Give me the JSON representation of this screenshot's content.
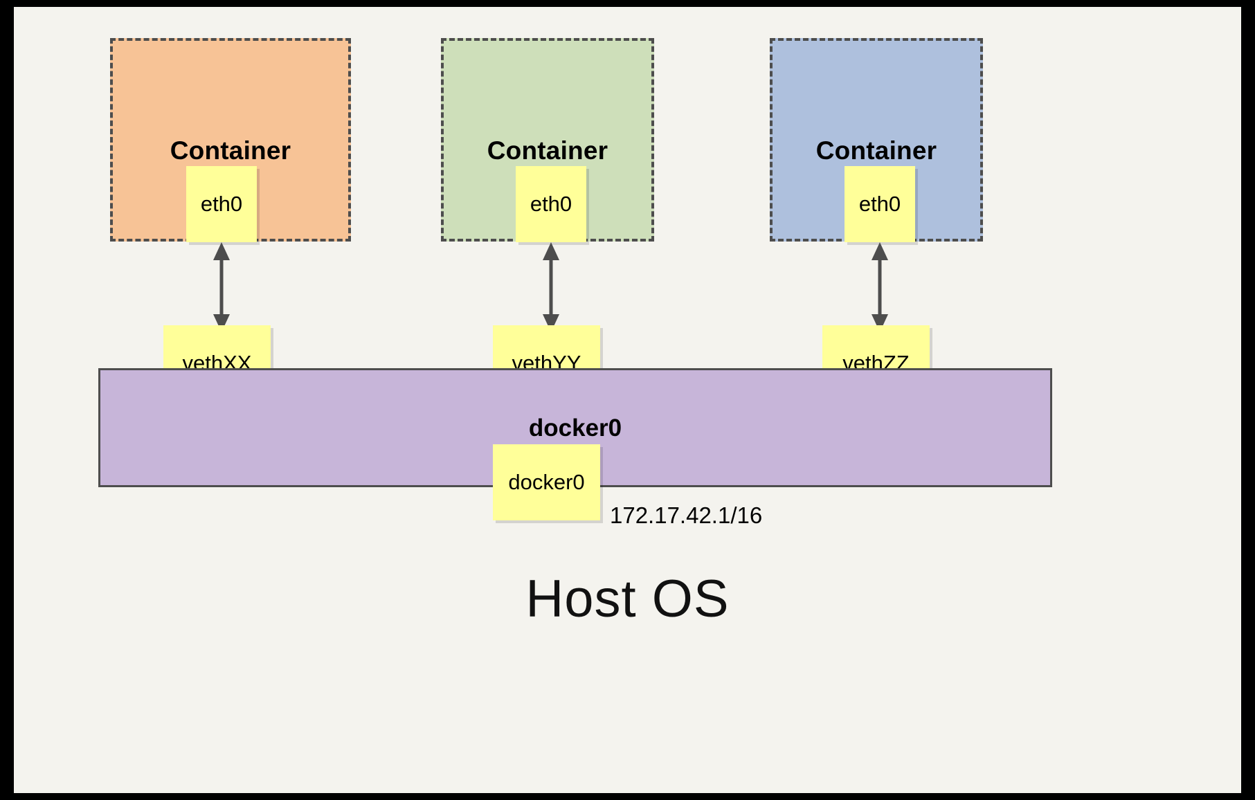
{
  "diagram": {
    "title": "Host OS",
    "background_color": "#f4f3ee",
    "frame_color": "#000000"
  },
  "containers": [
    {
      "label": "Container",
      "fill_color": "#f7c396",
      "border_color": "#4d4d4d",
      "interface": {
        "label": "eth0",
        "fill_color": "#ffff99"
      },
      "veth": {
        "label": "vethXX",
        "fill_color": "#ffff99"
      }
    },
    {
      "label": "Container",
      "fill_color": "#cedfba",
      "border_color": "#4d4d4d",
      "interface": {
        "label": "eth0",
        "fill_color": "#ffff99"
      },
      "veth": {
        "label": "vethYY",
        "fill_color": "#ffff99"
      }
    },
    {
      "label": "Container",
      "fill_color": "#aec0dd",
      "border_color": "#4d4d4d",
      "interface": {
        "label": "eth0",
        "fill_color": "#ffff99"
      },
      "veth": {
        "label": "vethZZ",
        "fill_color": "#ffff99"
      }
    }
  ],
  "bridge": {
    "bar_label": "docker0",
    "bar_color": "#c7b5d9",
    "bar_border_color": "#4d4d4d",
    "interface_label": "docker0",
    "interface_fill_color": "#ffff99",
    "ip_address": "172.17.42.1/16"
  },
  "arrows": {
    "color": "#4d4d4d",
    "style": "double-headed"
  }
}
